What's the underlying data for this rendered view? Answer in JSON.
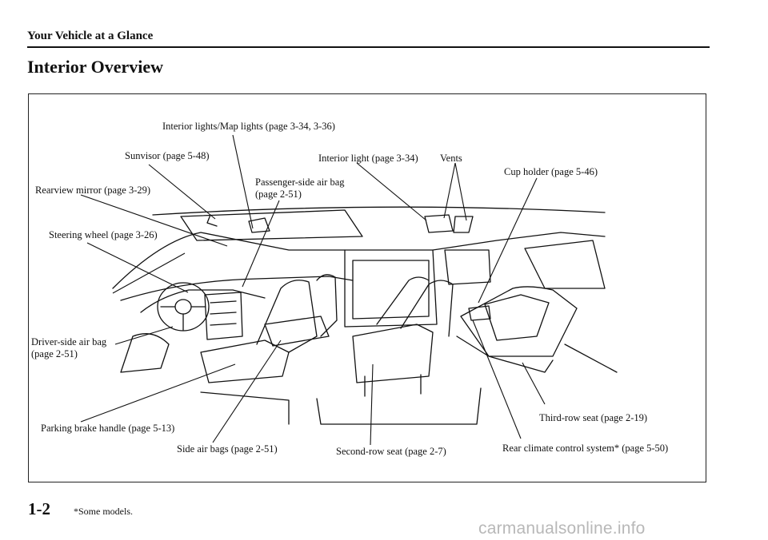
{
  "header": {
    "section": "Your Vehicle at a Glance",
    "title": "Interior Overview"
  },
  "callouts": {
    "interior_lights": "Interior lights/Map lights (page 3-34, 3-36)",
    "sunvisor": "Sunvisor (page 5-48)",
    "interior_light": "Interior light (page 3-34)",
    "vents": "Vents",
    "cup_holder": "Cup holder (page 5-46)",
    "rearview_mirror": "Rearview mirror (page 3-29)",
    "passenger_airbag_line1": "Passenger-side air bag",
    "passenger_airbag_line2": "(page 2-51)",
    "steering_wheel": "Steering wheel (page 3-26)",
    "driver_airbag_line1": "Driver-side air bag",
    "driver_airbag_line2": "(page 2-51)",
    "parking_brake": "Parking brake handle (page 5-13)",
    "third_row_seat": "Third-row seat (page 2-19)",
    "side_airbags": "Side air bags (page 2-51)",
    "second_row_seat": "Second-row seat (page 2-7)",
    "rear_climate": "Rear climate control system* (page 5-50)"
  },
  "footer": {
    "page_number": "1-2",
    "footnote": "*Some models.",
    "watermark": "carmanualsonline.info"
  }
}
